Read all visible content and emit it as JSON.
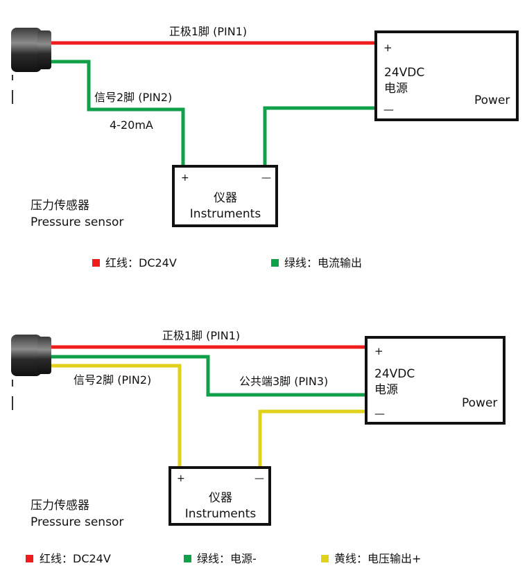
{
  "colors": {
    "red": "#ee1c1c",
    "green": "#11a04a",
    "yellow": "#e0d21a",
    "box": "#111111"
  },
  "top": {
    "wire_red_label": "正极1脚 (PIN1)",
    "wire_green_label": "信号2脚 (PIN2)",
    "signal_label": "4-20mA",
    "power": {
      "plus": "+",
      "voltage": "24VDC",
      "name_cn": "电源",
      "name_en": "Power",
      "minus": "—"
    },
    "instrument": {
      "plus": "+",
      "minus": "—",
      "name_cn": "仪器",
      "name_en": "Instruments"
    },
    "sensor": {
      "name_cn": "压力传感器",
      "name_en": "Pressure sensor"
    },
    "legend": [
      {
        "color": "#ee1c1c",
        "label": "红线：DC24V"
      },
      {
        "color": "#11a04a",
        "label": "绿线：电流输出"
      }
    ]
  },
  "bottom": {
    "wire_red_label": "正极1脚 (PIN1)",
    "wire_yellow_label": "信号2脚 (PIN2)",
    "wire_green_label": "公共端3脚 (PIN3)",
    "power": {
      "plus": "+",
      "voltage": "24VDC",
      "name_cn": "电源",
      "name_en": "Power",
      "minus": "—"
    },
    "instrument": {
      "plus": "+",
      "minus": "—",
      "name_cn": "仪器",
      "name_en": "Instruments"
    },
    "sensor": {
      "name_cn": "压力传感器",
      "name_en": "Pressure sensor"
    },
    "legend": [
      {
        "color": "#ee1c1c",
        "label": "红线：DC24V"
      },
      {
        "color": "#11a04a",
        "label": "绿线：电源-"
      },
      {
        "color": "#e0d21a",
        "label": "黄线：电压输出+"
      }
    ]
  }
}
